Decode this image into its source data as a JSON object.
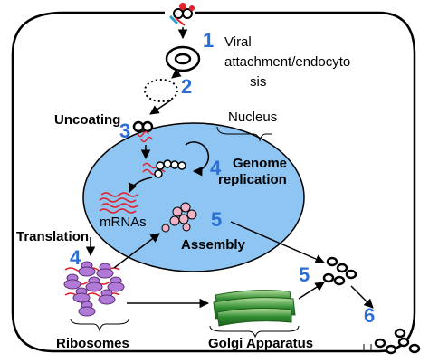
{
  "steps": {
    "s1": {
      "number": "1",
      "label_line1": "Viral",
      "label_line2": "attachment/endocyto",
      "label_line3": "sis"
    },
    "s2": {
      "number": "2"
    },
    "s3": {
      "number": "3",
      "label": "Uncoating"
    },
    "s4_genome": {
      "number": "4",
      "label_line1": "Genome",
      "label_line2": "replication"
    },
    "s4_translation": {
      "number": "4",
      "label": "Translation"
    },
    "s5_nucleus": {
      "number": "5",
      "label": "Assembly"
    },
    "s5_cyto": {
      "number": "5"
    },
    "s6": {
      "number": "6"
    }
  },
  "labels": {
    "nucleus": "Nucleus",
    "mrnas": "mRNAs",
    "ribosomes": "Ribosomes",
    "golgi": "Golgi Apparatus"
  },
  "colors": {
    "step_number": "#2b6fd6",
    "nucleus_fill": "#8ec5f2",
    "nucleus_label": "#1f5fbf",
    "ribosome_fill": "#b07ad6",
    "ribosomes_label": "#9b59d0",
    "golgi_fill": "#2e8b2e",
    "golgi_label": "#1c7a1c",
    "rna": "#e0202a",
    "virion_fill": "#f2b3c6"
  }
}
